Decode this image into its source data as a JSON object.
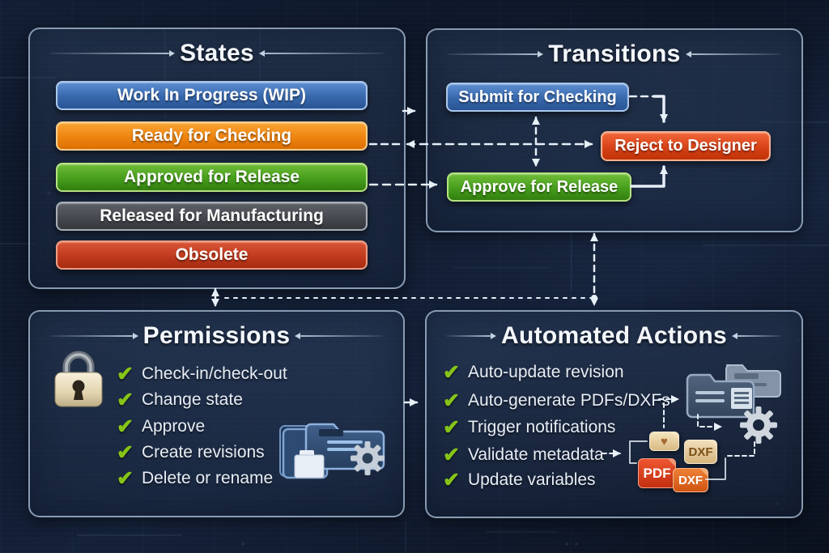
{
  "glyphs": {
    "check": "✔",
    "heart": "♥"
  },
  "colors": {
    "background": "#0c1526",
    "panel_border": "#a8bcd4",
    "title_text": "#f4f8fd",
    "list_text": "#e7edf5",
    "check_green": "#86c417",
    "state_blue": "#3767ab",
    "state_orange": "#ee8410",
    "state_green": "#469e1c",
    "state_gray": "#46494f",
    "state_red": "#c03a1e",
    "reject_red_orange": "#d84218",
    "arrow_white": "#e6eef8",
    "lock_body": "#ead9b5",
    "badge_tan": "#e4c48c",
    "badge_pdf_red": "#d63f1c",
    "badge_dxf_orange": "#e0661f"
  },
  "panels": {
    "states": {
      "title": "States",
      "buttons": [
        {
          "label": "Work In Progress (WIP)",
          "color": "blue"
        },
        {
          "label": "Ready for Checking",
          "color": "orange"
        },
        {
          "label": "Approved for Release",
          "color": "green"
        },
        {
          "label": "Released for Manufacturing",
          "color": "gray"
        },
        {
          "label": "Obsolete",
          "color": "red"
        }
      ]
    },
    "transitions": {
      "title": "Transitions",
      "buttons": [
        {
          "label": "Submit for Checking",
          "color": "blue"
        },
        {
          "label": "Reject to Designer",
          "color": "redorange"
        },
        {
          "label": "Approve for Release",
          "color": "green"
        }
      ]
    },
    "permissions": {
      "title": "Permissions",
      "items": [
        "Check-in/check-out",
        "Change state",
        "Approve",
        "Create revisions",
        "Delete or rename"
      ]
    },
    "automated_actions": {
      "title": "Automated Actions",
      "items": [
        "Auto-update revision",
        "Auto-generate PDFs/DXFs",
        "Trigger notifications",
        "Validate metadata",
        "Update variables"
      ],
      "file_badges": [
        "DXF",
        "PDF",
        "DXF"
      ]
    }
  }
}
